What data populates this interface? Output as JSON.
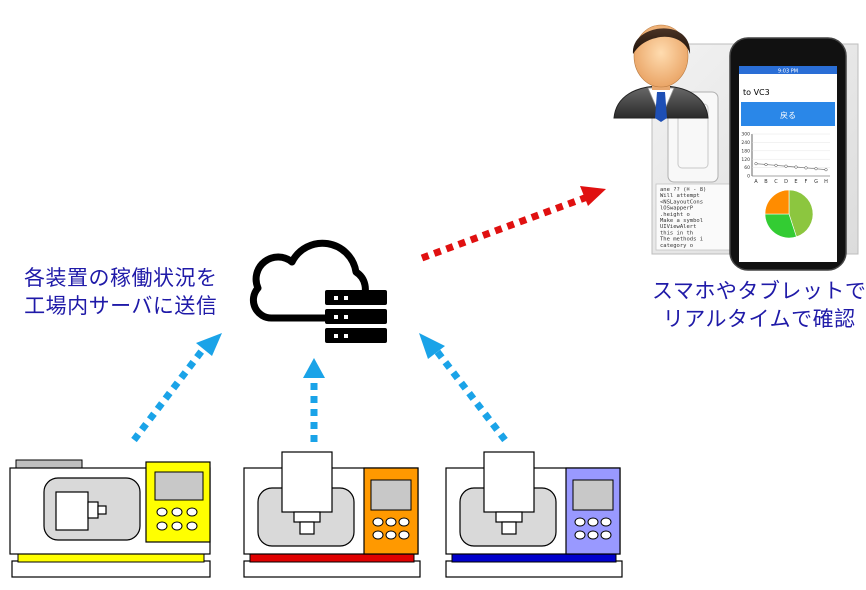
{
  "captions": {
    "left_line1": "各装置の稼働状況を",
    "left_line2": "工場内サーバに送信",
    "right_line1": "スマホやタブレットで",
    "right_line2": "リアルタイムで確認"
  },
  "phone": {
    "status_time": "9:03 PM",
    "nav_title": "to VC3",
    "back_button": "戻る"
  },
  "chart_data": {
    "type": "line",
    "y_ticks": [
      "300",
      "240",
      "180",
      "120",
      "60",
      "0"
    ],
    "categories": [
      "A",
      "B",
      "C",
      "D",
      "E",
      "F",
      "G",
      "H"
    ],
    "values": [
      88,
      82,
      76,
      70,
      64,
      58,
      52,
      45
    ],
    "ylim": [
      0,
      300
    ]
  },
  "pie_data": {
    "type": "pie",
    "slices": [
      {
        "value": 45,
        "color": "#8cc63f"
      },
      {
        "value": 30,
        "color": "#33cc33"
      },
      {
        "value": 25,
        "color": "#ff8c00"
      }
    ]
  },
  "colors": {
    "arrow_blue": "#1aa3e8",
    "arrow_red": "#e01010",
    "caption": "#1f1aa8",
    "machine1_panel": "#ffff00",
    "machine2_panel": "#ff9900",
    "machine3_panel": "#9999ff",
    "machine1_base": "#ffff00",
    "machine2_base": "#e00000",
    "machine3_base": "#0000cc"
  },
  "code_lines": [
    "ane ?? (⌘ - 8)",
    "Will attempt",
    "<NSLayoutCons",
    "  lOSwapperP",
    "  .height o",
    "Make a symbol",
    "  UIViewAlert",
    "  this in th",
    "The methods i",
    "  category o"
  ]
}
